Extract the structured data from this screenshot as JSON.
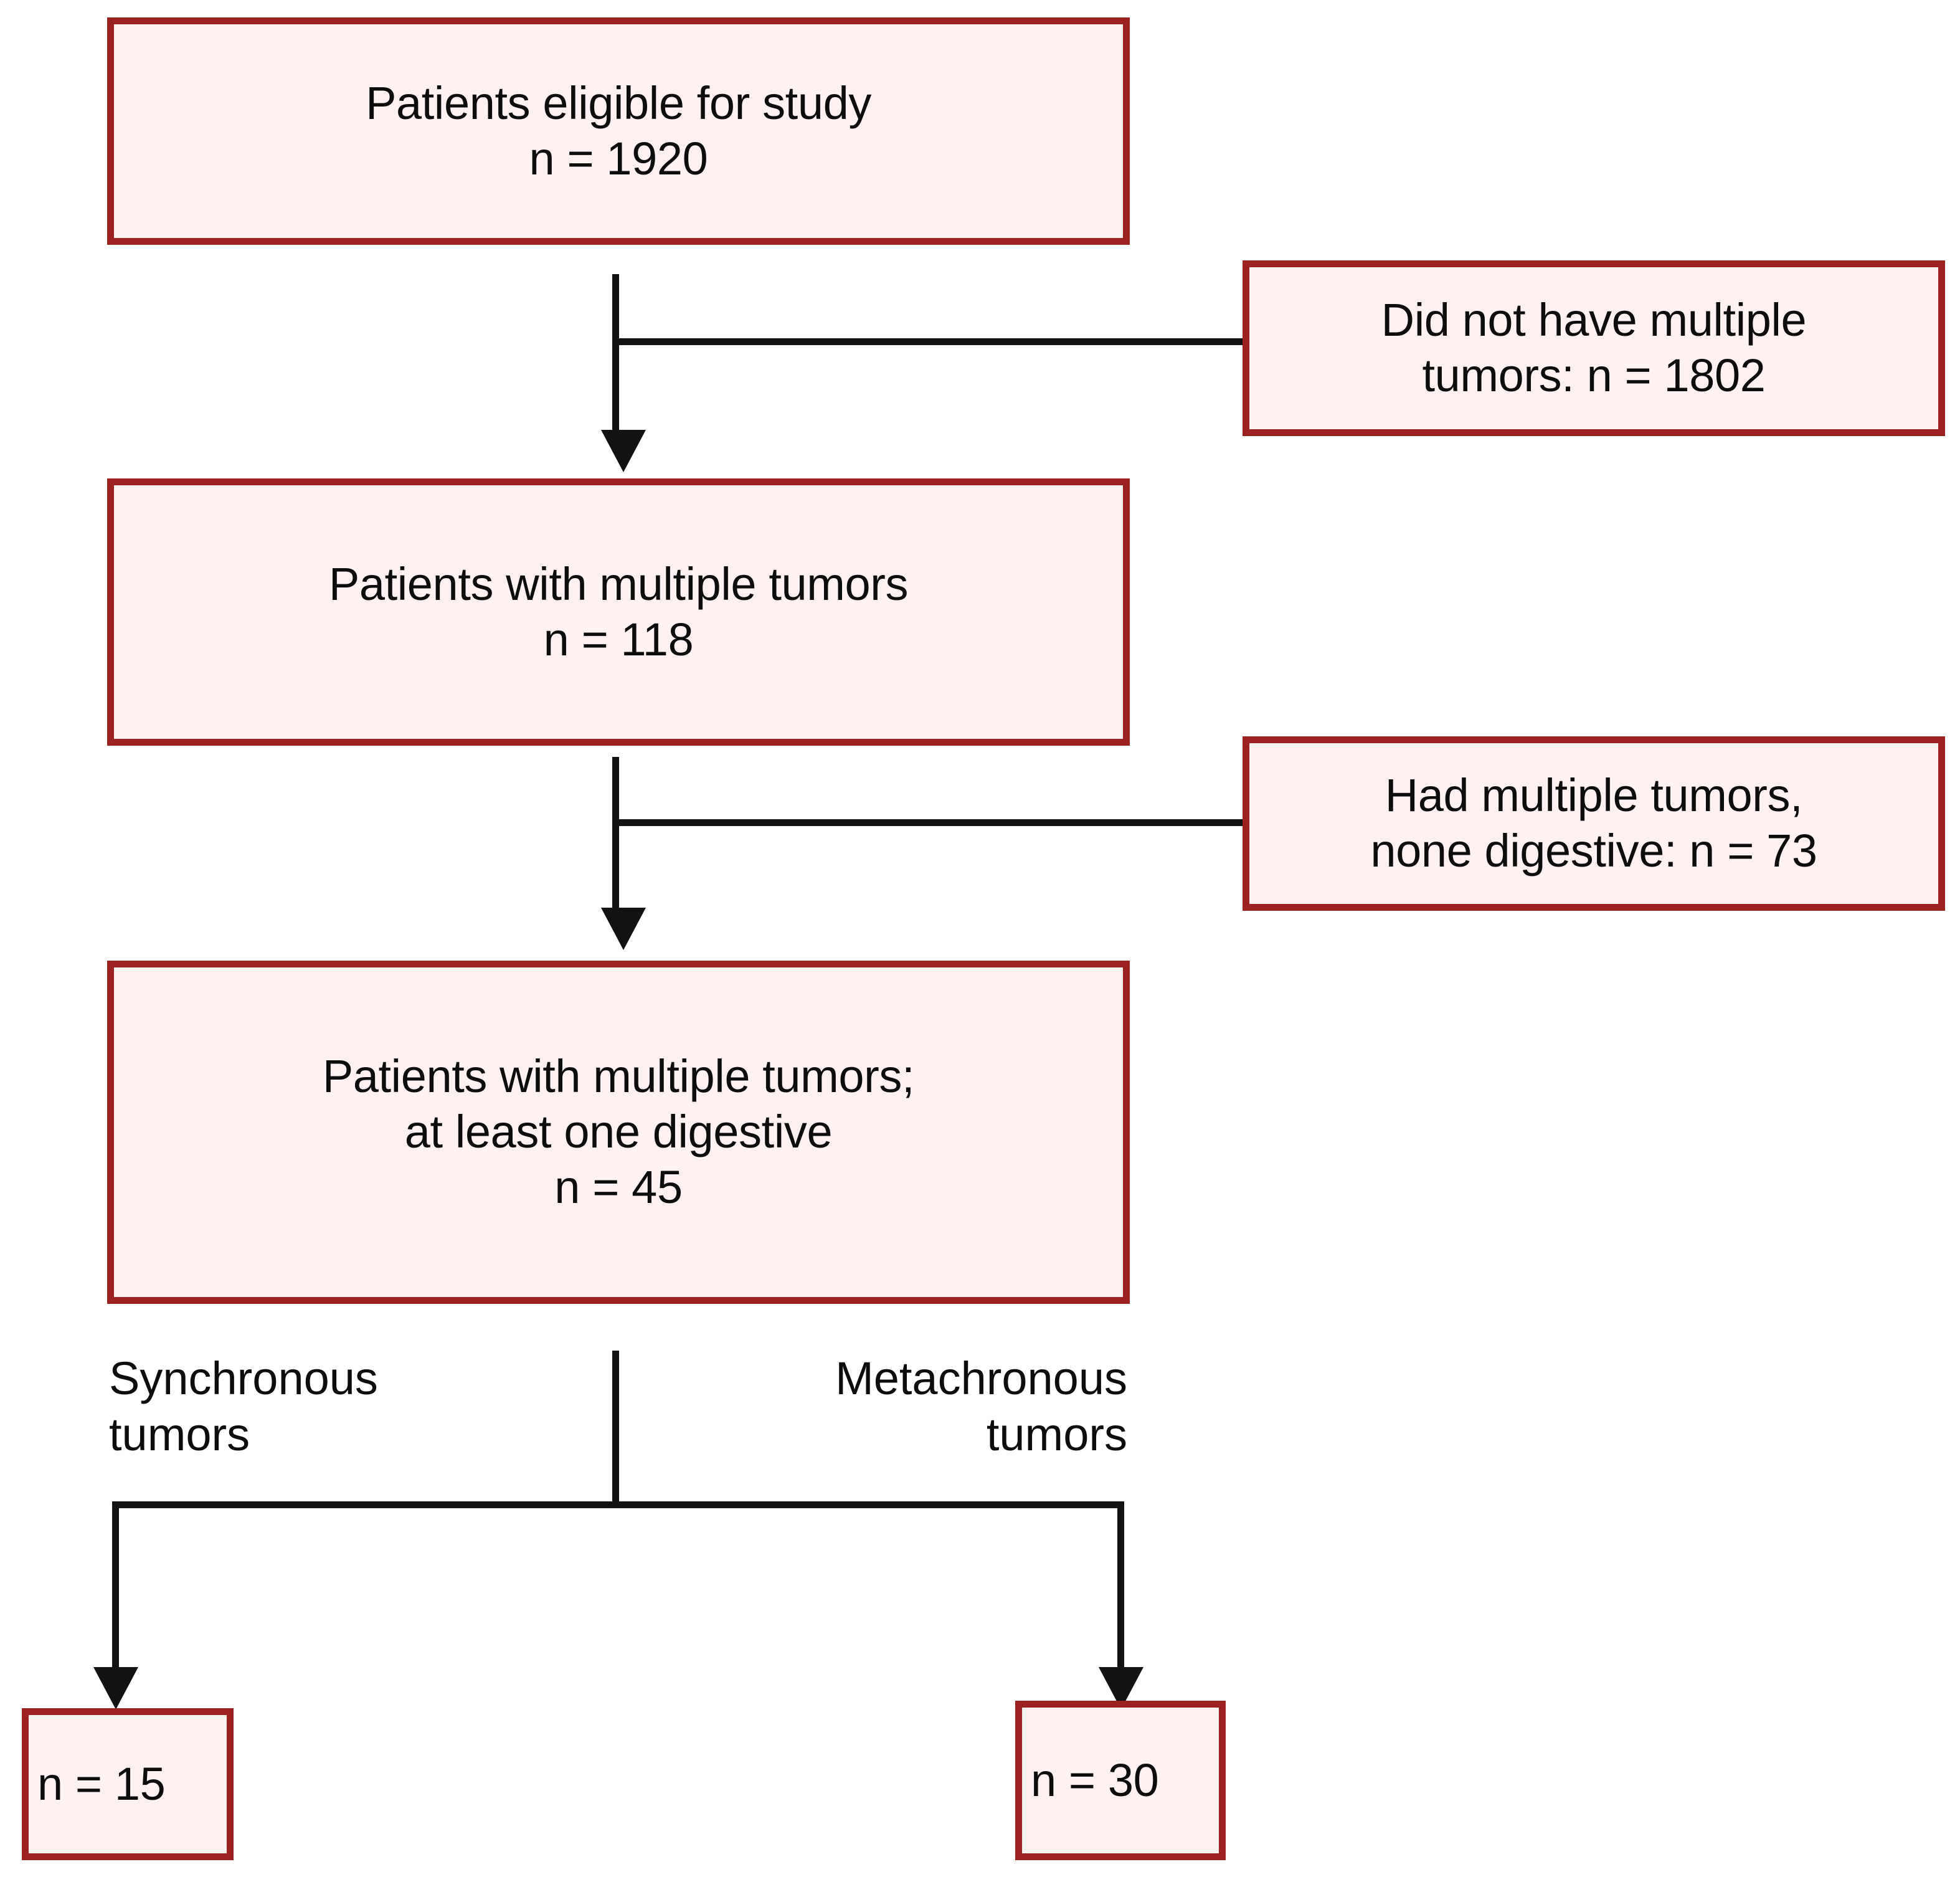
{
  "diagram": {
    "title": "Patient selection flow diagram",
    "colors": {
      "box_border": "#9c2220",
      "box_fill": "#fdf2f1",
      "connector": "#121212",
      "text": "#0d0d0d",
      "background": "#ffffff"
    },
    "boxes": {
      "eligible": {
        "line1": "Patients eligible for study",
        "line2": "n = 1920",
        "count": 1920
      },
      "multiple_tumors": {
        "line1": "Patients with multiple tumors",
        "line2": "n = 118",
        "count": 118
      },
      "digestive": {
        "line1": "Patients with multiple tumors;",
        "line2": "at least one digestive",
        "line3": "n = 45",
        "count": 45
      },
      "exclusion_1": {
        "line1": "Did not have multiple",
        "line2": "tumors: n = 1802",
        "count": 1802
      },
      "exclusion_2": {
        "line1": "Had multiple tumors,",
        "line2": "none digestive: n = 73",
        "count": 73
      },
      "synchronous_result": {
        "line1": "n = 15",
        "count": 15
      },
      "metachronous_result": {
        "line1": "n = 30",
        "count": 30
      }
    },
    "branch_labels": {
      "synchronous": "Synchronous\ntumors",
      "metachronous": "Metachronous\ntumors"
    }
  },
  "chart_data": {
    "type": "diagram",
    "title": "Patient selection flow diagram",
    "nodes": [
      {
        "id": "eligible",
        "label": "Patients eligible for study",
        "n": 1920,
        "level": 0
      },
      {
        "id": "exclusion_1",
        "label": "Did not have multiple tumors",
        "n": 1802,
        "level": 0,
        "kind": "exclusion"
      },
      {
        "id": "multiple_tumors",
        "label": "Patients with multiple tumors",
        "n": 118,
        "level": 1
      },
      {
        "id": "exclusion_2",
        "label": "Had multiple tumors, none digestive",
        "n": 73,
        "level": 1,
        "kind": "exclusion"
      },
      {
        "id": "digestive",
        "label": "Patients with multiple tumors; at least one digestive",
        "n": 45,
        "level": 2
      },
      {
        "id": "synchronous_result",
        "label": "Synchronous tumors",
        "n": 15,
        "level": 3
      },
      {
        "id": "metachronous_result",
        "label": "Metachronous tumors",
        "n": 30,
        "level": 3
      }
    ],
    "edges": [
      {
        "from": "eligible",
        "to": "multiple_tumors"
      },
      {
        "from": "eligible",
        "to": "exclusion_1"
      },
      {
        "from": "multiple_tumors",
        "to": "digestive"
      },
      {
        "from": "multiple_tumors",
        "to": "exclusion_2"
      },
      {
        "from": "digestive",
        "to": "synchronous_result",
        "label": "Synchronous tumors"
      },
      {
        "from": "digestive",
        "to": "metachronous_result",
        "label": "Metachronous tumors"
      }
    ]
  }
}
